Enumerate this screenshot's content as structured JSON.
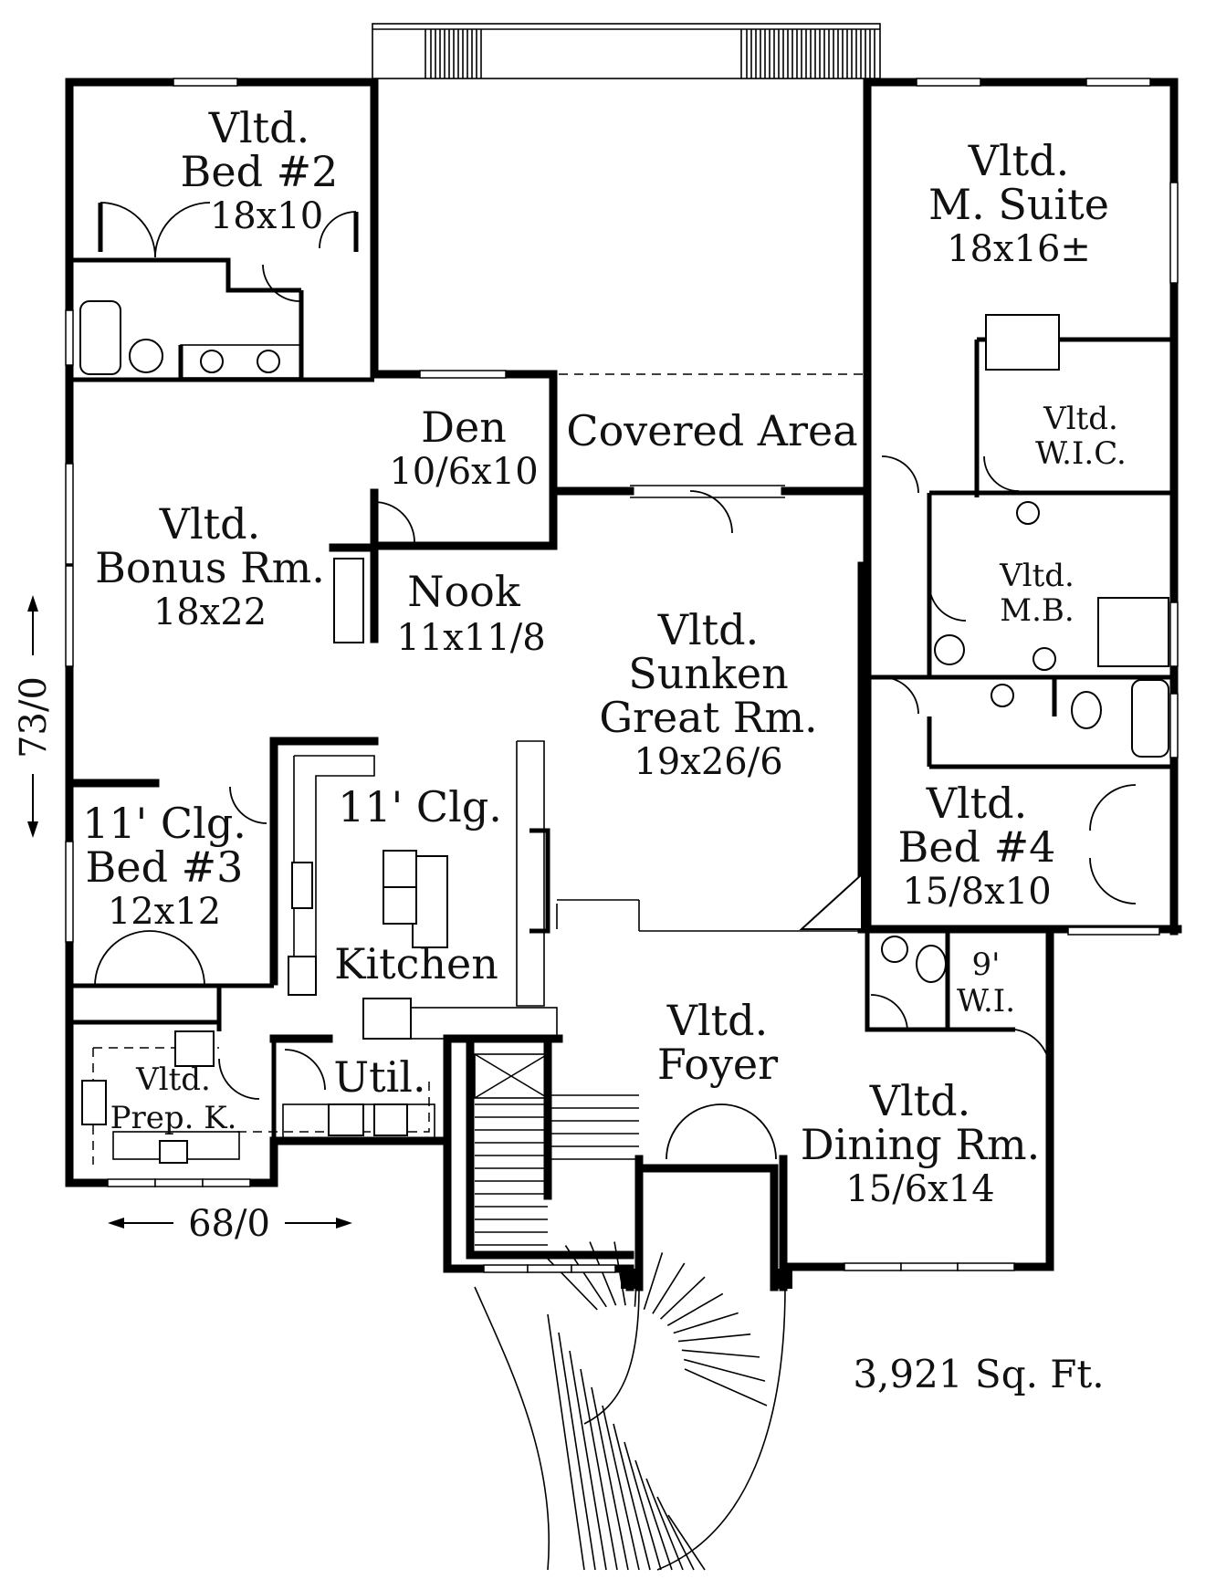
{
  "plan": {
    "rooms": {
      "bed2": {
        "line1": "Vltd.",
        "line2": "Bed #2",
        "line3": "18x10"
      },
      "msuite": {
        "line1": "Vltd.",
        "line2": "M. Suite",
        "line3": "18x16±"
      },
      "covered": {
        "line1": "Covered Area"
      },
      "den": {
        "line1": "Den",
        "line2": "10/6x10"
      },
      "wic": {
        "line1": "Vltd.",
        "line2": "W.I.C."
      },
      "bonus": {
        "line1": "Vltd.",
        "line2": "Bonus Rm.",
        "line3": "18x22"
      },
      "nook": {
        "line1": "Nook",
        "line2": "11x11/8"
      },
      "mb": {
        "line1": "Vltd.",
        "line2": "M.B."
      },
      "great": {
        "line1": "Vltd.",
        "line2": "Sunken",
        "line3": "Great Rm.",
        "line4": "19x26/6"
      },
      "bed3": {
        "line1": "11' Clg.",
        "line2": "Bed #3",
        "line3": "12x12"
      },
      "kitchen": {
        "line1": "11' Clg.",
        "line2": "Kitchen"
      },
      "bed4": {
        "line1": "Vltd.",
        "line2": "Bed #4",
        "line3": "15/8x10"
      },
      "wi": {
        "line1": "9'",
        "line2": "W.I."
      },
      "util": {
        "line1": "Util."
      },
      "prepk": {
        "line1": "Vltd.",
        "line2": "Prep. K."
      },
      "foyer": {
        "line1": "Vltd.",
        "line2": "Foyer"
      },
      "dining": {
        "line1": "Vltd.",
        "line2": "Dining Rm.",
        "line3": "15/6x14"
      }
    },
    "dimensions": {
      "depth": "73/0",
      "width": "68/0"
    },
    "square_feet": "3,921 Sq. Ft."
  }
}
